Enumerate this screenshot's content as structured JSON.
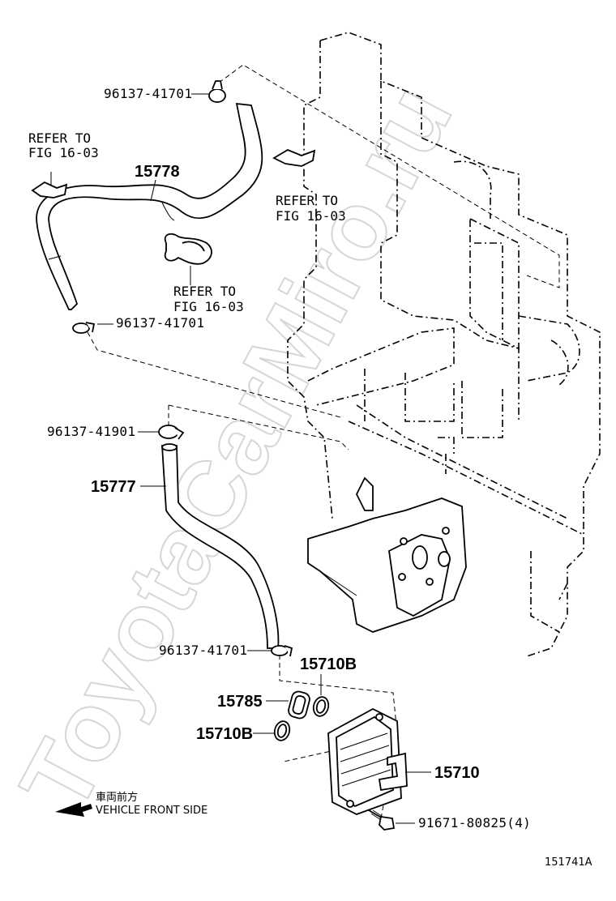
{
  "watermark": "ToyotaCarMiro.ru",
  "labels": {
    "clamp_top": "96137-41701",
    "refer_left_1": "REFER TO",
    "refer_left_2": "FIG 16-03",
    "hose_upper": "15778",
    "refer_right_1": "REFER TO",
    "refer_right_2": "FIG 16-03",
    "refer_mid_1": "REFER TO",
    "refer_mid_2": "FIG 16-03",
    "clamp_left": "96137-41701",
    "clamp_41901": "96137-41901",
    "hose_lower": "15777",
    "clamp_bottom": "96137-41701",
    "oring_top": "15710B",
    "gasket": "15785",
    "oring_left": "15710B",
    "cooler": "15710",
    "bolt": "91671-80825(4)",
    "front_jp": "車両前方",
    "front_en": "VEHICLE FRONT SIDE",
    "fig_code": "151741A"
  }
}
